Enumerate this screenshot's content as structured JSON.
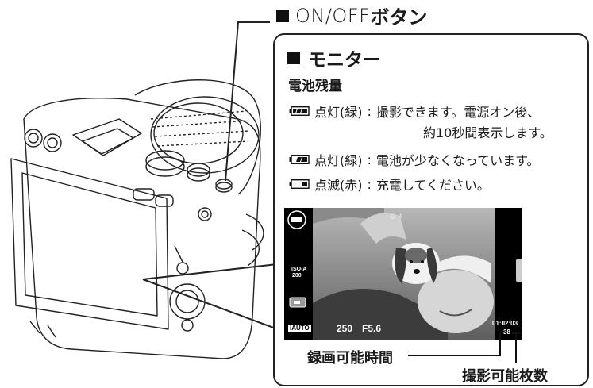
{
  "header": {
    "onoff_prefix": "ON/OFF",
    "onoff_suffix": "ボタン"
  },
  "monitor": {
    "title": "モニター",
    "battery_heading": "電池残量",
    "battery_rows": [
      {
        "icon": "battery-full-icon",
        "status": "点灯(緑)",
        "separator": ":",
        "description": "撮影できます。電源オン後、",
        "continuation": "約10秒間表示します。"
      },
      {
        "icon": "battery-low-icon",
        "status": "点灯(緑)",
        "separator": ":",
        "description": "電池が少なくなっています。"
      },
      {
        "icon": "battery-empty-icon",
        "status": "点滅(赤)",
        "separator": ":",
        "description": "充電してください。"
      }
    ]
  },
  "screen": {
    "iso": "ISO-A",
    "iso_value": "200",
    "mode": "iAUTO",
    "shutter": "250",
    "aperture": "F5.6",
    "record_time": "01:02:03",
    "shots": "38"
  },
  "callouts": {
    "record_time_label": "録画可能時間",
    "shots_label": "撮影可能枚数"
  },
  "colors": {
    "panel_border": "#222222",
    "screen_background": "#000000",
    "screen_text": "#ffffff"
  }
}
